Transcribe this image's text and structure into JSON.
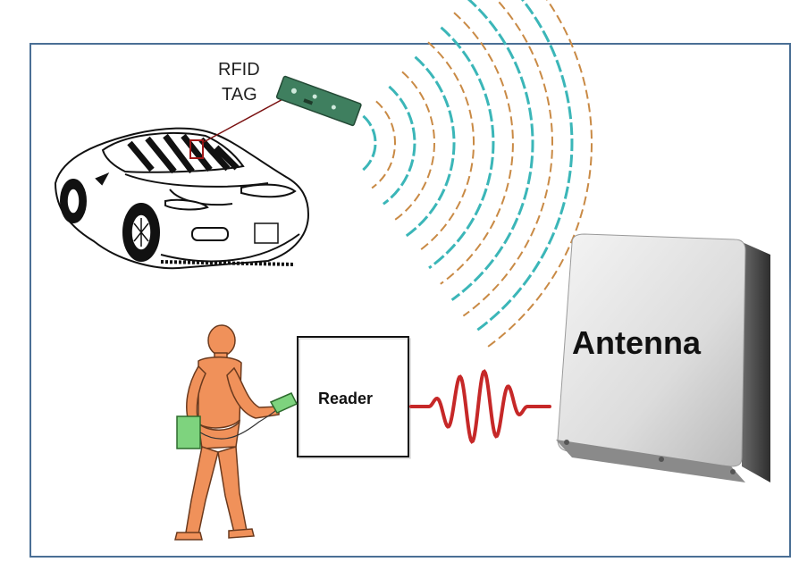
{
  "diagram": {
    "tag_label_line1": "RFID",
    "tag_label_line2": "TAG",
    "reader_label": "Reader",
    "antenna_label": "Antenna"
  },
  "colors": {
    "frame": "#4a6f95",
    "wave_teal": "#3bb6b8",
    "wave_orange": "#c98a45",
    "signal_red": "#c62828",
    "person": "#f0915a",
    "tag_board": "#3f7f5f",
    "device_green": "#7ed37e"
  }
}
